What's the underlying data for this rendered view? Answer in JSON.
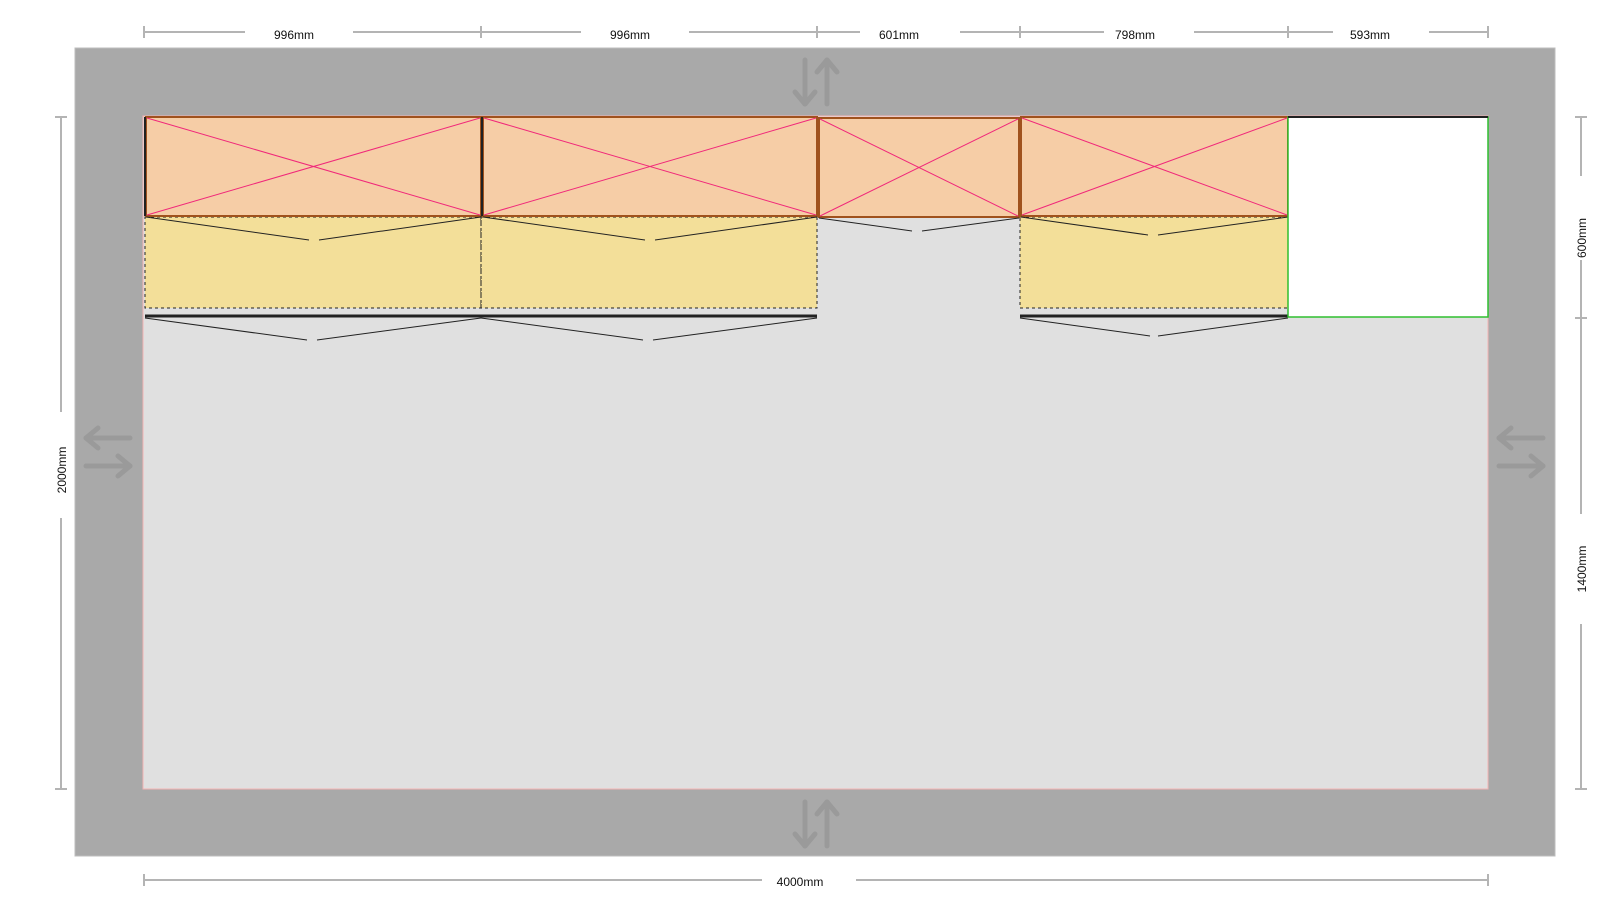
{
  "colors": {
    "frame": "#a9a9a9",
    "room_floor": "#e0e0e0",
    "cabinet_wall": "#f6cda6",
    "cabinet_base": "#f3df99",
    "cabinet_outline": "#a0521d",
    "cross_line": "#f0287a",
    "selected_slot": "#2fbf2f",
    "dimension_line": "#b4b4b4",
    "arrow_icon": "#9a9a9a"
  },
  "dimensions": {
    "top": [
      {
        "label": "996mm"
      },
      {
        "label": "996mm"
      },
      {
        "label": "601mm"
      },
      {
        "label": "798mm"
      },
      {
        "label": "593mm"
      }
    ],
    "bottom": {
      "label": "4000mm"
    },
    "left": {
      "label": "2000mm"
    },
    "right": [
      {
        "label": "600mm"
      },
      {
        "label": "1400mm"
      }
    ]
  },
  "cabinets": [
    {
      "name": "wall-cabinet-1",
      "width_mm": 996,
      "base": true
    },
    {
      "name": "wall-cabinet-2",
      "width_mm": 996,
      "base": true
    },
    {
      "name": "wall-cabinet-3",
      "width_mm": 601,
      "base": false
    },
    {
      "name": "wall-cabinet-4",
      "width_mm": 798,
      "base": true
    },
    {
      "name": "empty-slot",
      "width_mm": 593,
      "base": false,
      "selected": true
    }
  ],
  "icons": {
    "top": "swap-vertical-icon",
    "bottom": "swap-vertical-icon",
    "left": "swap-horizontal-icon",
    "right": "swap-horizontal-icon"
  }
}
